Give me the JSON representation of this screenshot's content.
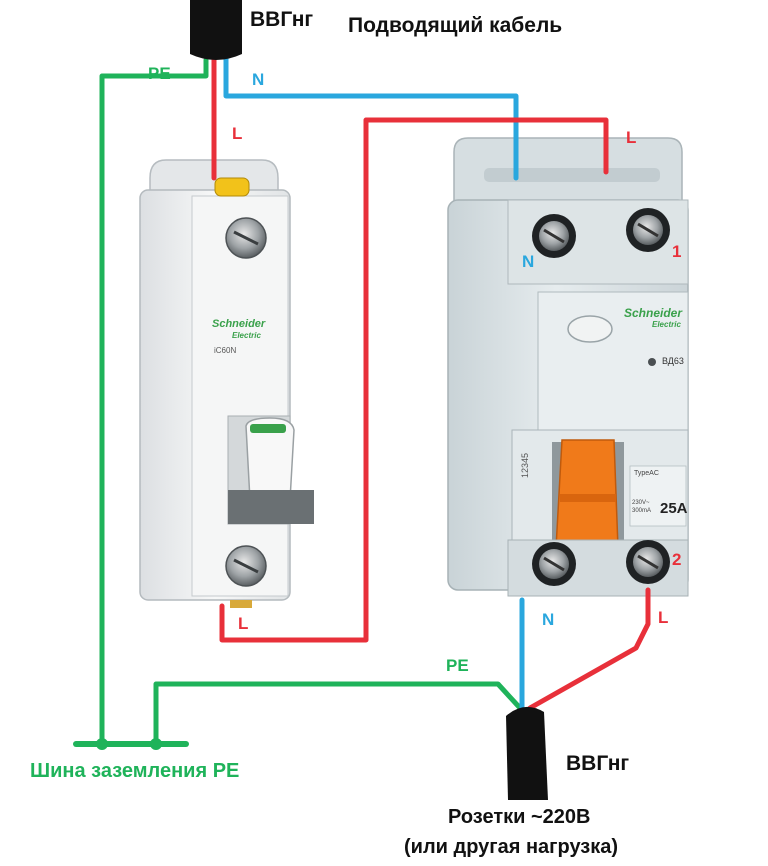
{
  "colors": {
    "phase": "#e8303a",
    "neutral": "#2aa7de",
    "ground": "#1fb35a",
    "cable": "#111111",
    "brand": "#3aa14b",
    "rcd_lever": "#f07a1a",
    "terminal_mark": "#e8303a"
  },
  "top": {
    "cable_name": "ВВГнг",
    "cable_title": "Подводящий кабель"
  },
  "labels": {
    "pe_top": "PE",
    "n_top": "N",
    "l_input": "L",
    "l_rcd_in": "L",
    "n_rcd_in": "N",
    "terminal_1": "1",
    "terminal_2": "2",
    "l_breaker_out": "L",
    "n_out": "N",
    "l_out": "L",
    "pe_out": "PE"
  },
  "breaker": {
    "brand": "Schneider",
    "brand_sub": "Electric",
    "model": "iC60N"
  },
  "rcd": {
    "brand": "Schneider",
    "brand_sub": "Electric",
    "model": "ВД63",
    "rating": "25A",
    "type": "TypeAC",
    "spec_line1": "230V~",
    "spec_line2": "300mA",
    "side_mark": "12345"
  },
  "bottom": {
    "ground_bus": "Шина заземления PE",
    "cable_name": "ВВГнг",
    "load_line1": "Розетки ~220В",
    "load_line2": "(или другая нагрузка)"
  }
}
